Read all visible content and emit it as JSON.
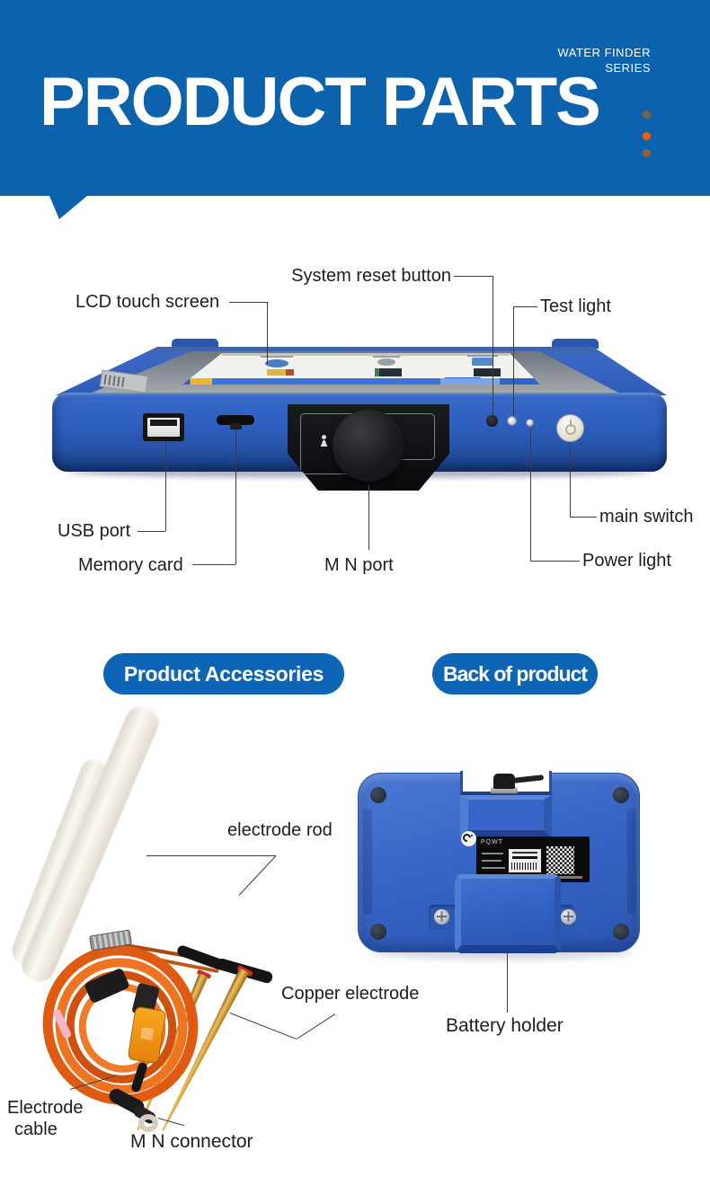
{
  "header": {
    "title": "PRODUCT PARTS",
    "series": [
      "WATER FINDER",
      "SERIES"
    ],
    "band_color": "#0d62ae",
    "dot_colors": [
      "#8a5c38",
      "#ff5a00",
      "#94603c"
    ]
  },
  "front_view": {
    "callouts": {
      "system_reset": "System reset button",
      "lcd_screen": "LCD touch screen",
      "test_light": "Test light",
      "usb_port": "USB port",
      "memory_card": "Memory card",
      "mn_port": "M N port",
      "main_switch": "main switch",
      "power_light": "Power light"
    }
  },
  "section_buttons": {
    "accessories": "Product Accessories",
    "back_of_product": "Back of product"
  },
  "accessories_view": {
    "callouts": {
      "electrode_rod": "electrode rod",
      "copper_electrode": "Copper electrode",
      "electrode_cable": [
        "Electrode",
        "cable"
      ],
      "mn_connector": "M N connector"
    }
  },
  "back_view": {
    "callouts": {
      "battery_holder": "Battery holder"
    },
    "sticker_brand": "PQWT"
  },
  "colors": {
    "header_blue": "#0d62ae",
    "button_blue": "#0f65b5",
    "device_blue": "#2f5fc0",
    "cable_orange": "#e8611a",
    "copper": "#cfa14a",
    "accent_orange_dot": "#ff5a00"
  }
}
